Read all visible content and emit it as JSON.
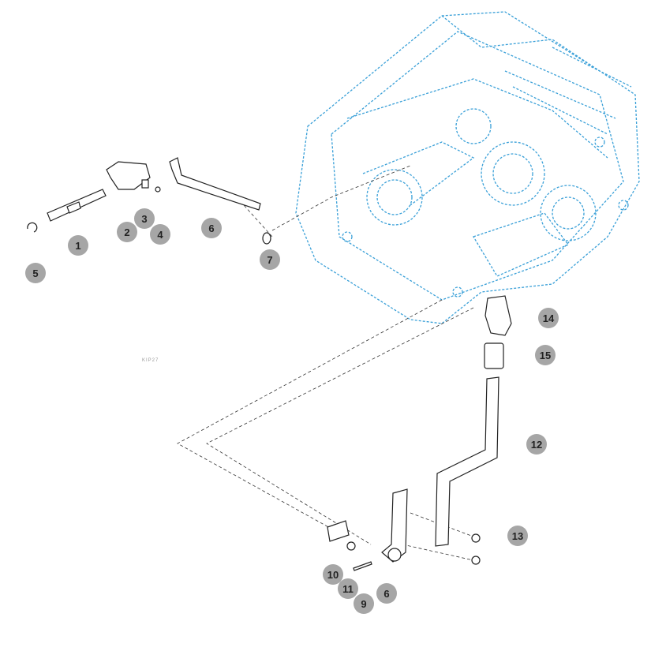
{
  "diagram_ref": "KIP27",
  "callouts": [
    {
      "label": "1"
    },
    {
      "label": "2"
    },
    {
      "label": "3"
    },
    {
      "label": "4"
    },
    {
      "label": "5"
    },
    {
      "label": "6"
    },
    {
      "label": "7"
    },
    {
      "label": "14"
    },
    {
      "label": "15"
    },
    {
      "label": "12"
    },
    {
      "label": "13"
    },
    {
      "label": "10"
    },
    {
      "label": "11"
    },
    {
      "label": "9"
    },
    {
      "label": "6"
    }
  ],
  "colors": {
    "housing": "#3aa0d8",
    "parts": "#222222",
    "callout": "#a6a6a6"
  }
}
